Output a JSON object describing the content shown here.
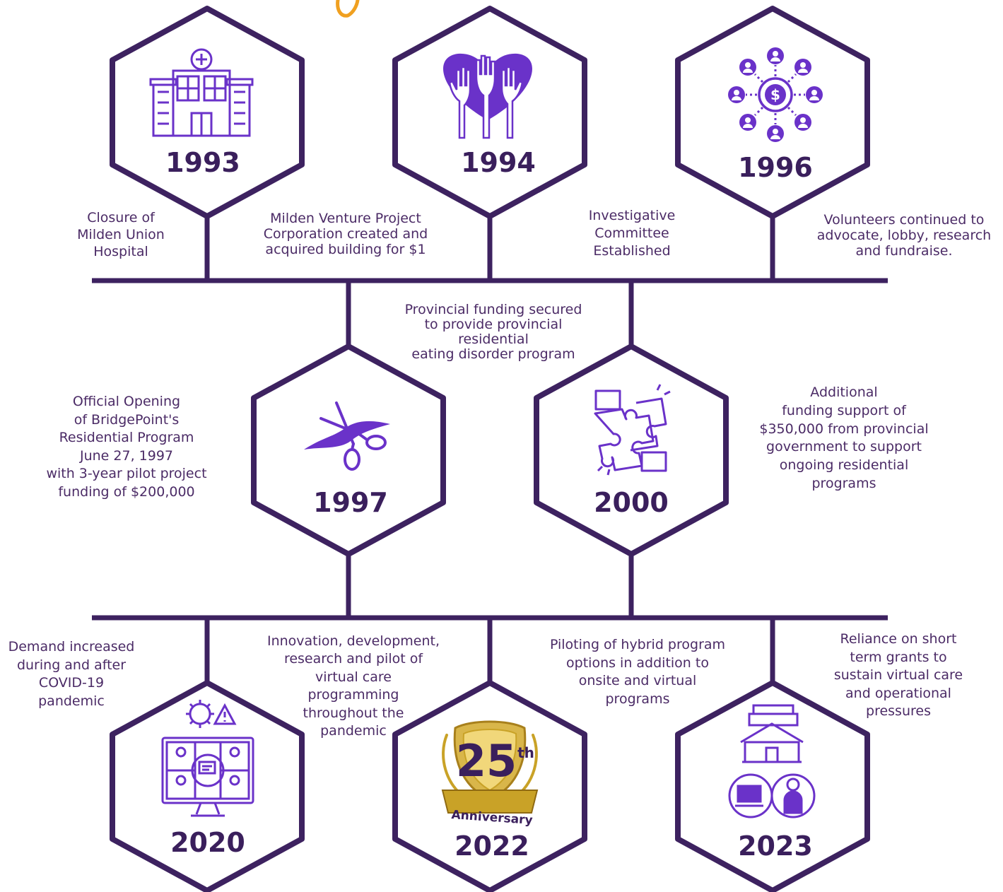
{
  "colors": {
    "line": "#3d2260",
    "accent": "#6a32c9",
    "text": "#4b2b66",
    "gold": "#c9a227",
    "orange": "#f0a020"
  },
  "milestones": [
    {
      "year": "1993",
      "icon": "hospital-icon",
      "lines": [
        "Closure of",
        "Milden Union",
        "Hospital"
      ]
    },
    {
      "year": "1994",
      "icon": "heart-hands-icon",
      "lines": [
        "Milden Venture Project",
        "Corporation created and",
        "acquired building for $1"
      ]
    },
    {
      "year": "1996",
      "icon": "community-funding-icon",
      "lines": [
        "Investigative",
        "Committee",
        "Established"
      ]
    },
    {
      "year": "1996",
      "icon": "",
      "lines": [
        "Volunteers continued to",
        "advocate, lobby, research",
        "and fundraise."
      ]
    },
    {
      "year": "1997",
      "icon": "ribbon-cutting-icon",
      "lines": [
        "Official Opening",
        "of BridgePoint's",
        "Residential Program",
        "June 27, 1997",
        "with 3-year pilot project",
        "funding of $200,000"
      ]
    },
    {
      "year": "1997",
      "icon": "",
      "lines": [
        "Provincial funding secured",
        "to provide provincial",
        "residential",
        "eating disorder program"
      ]
    },
    {
      "year": "2000",
      "icon": "puzzle-handshake-icon",
      "lines": [
        "Additional",
        "funding support of",
        "$350,000 from provincial",
        "government to support",
        "ongoing residential",
        "programs"
      ]
    },
    {
      "year": "2020",
      "icon": "virtual-meeting-icon",
      "lines": [
        "Demand increased",
        "during and after",
        "COVID-19",
        "pandemic"
      ]
    },
    {
      "year": "2020",
      "icon": "",
      "lines": [
        "Innovation, development,",
        "research and pilot of",
        "virtual care",
        "programming",
        "throughout the",
        "pandemic"
      ]
    },
    {
      "year": "2022",
      "icon": "anniversary-badge-icon",
      "badge_number": "25",
      "badge_suffix": "th",
      "badge_label": "Anniversary",
      "lines": [
        "Piloting of hybrid program",
        "options in addition to",
        "onsite and virtual",
        "programs"
      ]
    },
    {
      "year": "2023",
      "icon": "hybrid-care-icon",
      "lines": [
        "Reliance on short",
        "term grants to",
        "sustain virtual care",
        "and operational",
        "pressures"
      ]
    }
  ]
}
